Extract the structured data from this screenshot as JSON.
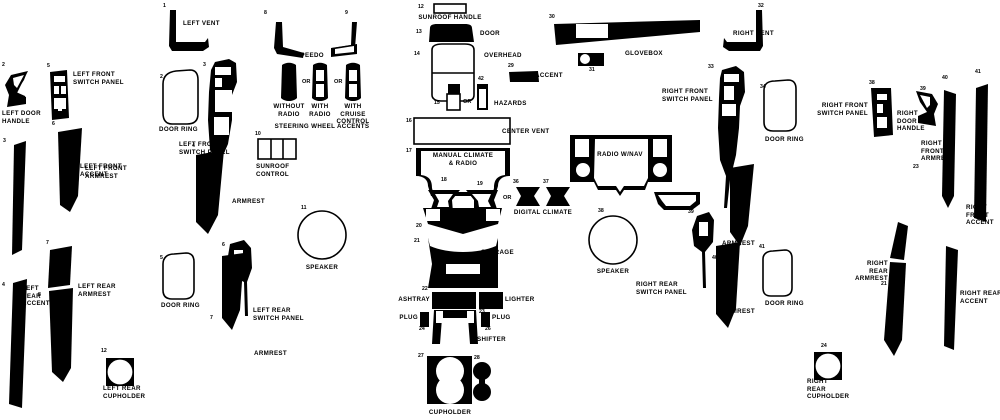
{
  "document": {
    "type": "automotive-dash-kit-diagram",
    "background_color": "#ffffff",
    "ink_color": "#000000"
  },
  "parts": [
    {
      "num": "1",
      "label": "LEFT VENT"
    },
    {
      "num": "2",
      "label": "DOOR RING"
    },
    {
      "num": "3",
      "label": "LEFT FRONT\nSWITCH PANEL"
    },
    {
      "num": "4",
      "label": "ARMREST"
    },
    {
      "num": "5",
      "label": "DOOR RING"
    },
    {
      "num": "6",
      "label": "LEFT REAR\nSWITCH PANEL"
    },
    {
      "num": "7",
      "label": "ARMREST"
    },
    {
      "num": "8",
      "label": "SPEEDO"
    },
    {
      "num": "9",
      "label": "STEERING WHEEL ACCENTS"
    },
    {
      "num": "10",
      "label": "SUNROOF\nCONTROL"
    },
    {
      "num": "11",
      "label": "SPEAKER"
    },
    {
      "num": "12",
      "label": "SUNROOF HANDLE"
    },
    {
      "num": "13",
      "label": "DOOR"
    },
    {
      "num": "14",
      "label": "OVERHEAD"
    },
    {
      "num": "15",
      "label": "HAZARDS"
    },
    {
      "num": "16",
      "label": "CENTER VENT"
    },
    {
      "num": "17",
      "label": "MANUAL CLIMATE\n& RADIO"
    },
    {
      "num": "18",
      "label": ""
    },
    {
      "num": "19",
      "label": ""
    },
    {
      "num": "20",
      "label": ""
    },
    {
      "num": "21",
      "label": "STORAGE"
    },
    {
      "num": "22",
      "label": "ASHTRAY"
    },
    {
      "num": "23",
      "label": "LIGHTER"
    },
    {
      "num": "24",
      "label": "PLUG"
    },
    {
      "num": "25",
      "label": "SHIFTER"
    },
    {
      "num": "26",
      "label": "PLUG"
    },
    {
      "num": "27",
      "label": "CUPHOLDER"
    },
    {
      "num": "28",
      "label": ""
    },
    {
      "num": "29",
      "label": "ACCENT"
    },
    {
      "num": "30",
      "label": "GLOVEBOX"
    },
    {
      "num": "31",
      "label": ""
    },
    {
      "num": "32",
      "label": "RIGHT VENT"
    },
    {
      "num": "33",
      "label": "RIGHT FRONT\nSWITCH PANEL"
    },
    {
      "num": "34",
      "label": "DOOR RING"
    },
    {
      "num": "35",
      "label": "ARMREST"
    },
    {
      "num": "36",
      "label": "DIGITAL CLIMATE"
    },
    {
      "num": "37",
      "label": ""
    },
    {
      "num": "38",
      "label": "SPEAKER"
    },
    {
      "num": "39",
      "label": "RIGHT REAR\nSWITCH PANEL"
    },
    {
      "num": "40",
      "label": "ARMREST"
    },
    {
      "num": "41",
      "label": "DOOR RING"
    },
    {
      "num": "42",
      "label": ""
    }
  ],
  "left_column": {
    "left_door_handle": {
      "num": "2",
      "label": "LEFT DOOR\nHANDLE"
    },
    "left_front_accent": {
      "num": "3",
      "label": "LEFT FRONT\nACCENT"
    },
    "left_rear_accent": {
      "num": "4",
      "label": "LEFT\nREAR\nACCENT"
    },
    "left_front_switch": {
      "num": "5",
      "label": "LEFT FRONT\nSWITCH PANEL"
    },
    "left_front_armrest": {
      "num": "6",
      "label": "LEFT FRONT\nARMREST"
    },
    "left_rear_armrest": {
      "num": "7",
      "label": "LEFT REAR\nARMREST"
    },
    "left_rear_armrest2": {
      "num": "8",
      "label": ""
    },
    "left_rear_cupholder": {
      "num": "12",
      "label": "LEFT REAR\nCUPHOLDER"
    }
  },
  "column2": {
    "left_vent": {
      "num": "1",
      "label": "LEFT VENT"
    },
    "door_ring_front": {
      "num": "2",
      "label": "DOOR RING"
    },
    "left_front_switch": {
      "num": "3",
      "label": "LEFT FRONT\nSWITCH PANEL"
    },
    "armrest_front": {
      "num": "4",
      "label": "ARMREST"
    },
    "door_ring_rear": {
      "num": "5",
      "label": "DOOR RING"
    },
    "left_rear_switch": {
      "num": "6",
      "label": "LEFT REAR\nSWITCH PANEL"
    },
    "armrest_rear": {
      "num": "7",
      "label": "ARMREST"
    },
    "speaker": {
      "num": "11",
      "label": "SPEAKER"
    }
  },
  "column3": {
    "speedo": {
      "num": "8",
      "label": "SPEEDO"
    },
    "cluster_right": {
      "num": "9",
      "label": ""
    },
    "without_radio": {
      "label": "WITHOUT\nRADIO"
    },
    "with_radio": {
      "label": "WITH\nRADIO"
    },
    "with_cruise": {
      "label": "WITH\nCRUISE\nCONTROL"
    },
    "steering_accents": {
      "label": "STEERING WHEEL ACCENTS"
    },
    "sunroof_control": {
      "num": "10",
      "label": "SUNROOF\nCONTROL"
    },
    "or1": "OR",
    "or2": "OR"
  },
  "center_column": {
    "sunroof_handle": {
      "num": "12",
      "label": "SUNROOF HANDLE"
    },
    "door": {
      "num": "13",
      "label": "DOOR"
    },
    "overhead": {
      "num": "14",
      "label": "OVERHEAD"
    },
    "hazards_a": {
      "num": "15",
      "label": "HAZARDS"
    },
    "hazards_b": {
      "num": "42",
      "label": ""
    },
    "hazards_or": "OR",
    "center_vent": {
      "num": "16",
      "label": "CENTER VENT"
    },
    "manual_climate": {
      "num": "17",
      "label": "MANUAL CLIMATE\n& RADIO"
    },
    "vent_left": {
      "num": "18",
      "label": ""
    },
    "vent_right": {
      "num": "19",
      "label": ""
    },
    "lower_trim": {
      "num": "20",
      "label": ""
    },
    "storage": {
      "num": "21",
      "label": "STORAGE"
    },
    "ashtray": {
      "num": "22",
      "label": "ASHTRAY"
    },
    "lighter": {
      "num": "23",
      "label": "LIGHTER"
    },
    "plug_left": {
      "num": "24",
      "label": "PLUG"
    },
    "shifter": {
      "num": "25",
      "label": "SHIFTER"
    },
    "plug_right": {
      "num": "26",
      "label": "PLUG"
    },
    "cupholder": {
      "num": "27",
      "label": "CUPHOLDER"
    },
    "cupholder_b": {
      "num": "28",
      "label": ""
    },
    "digital_climate": {
      "num": "36",
      "label": "DIGITAL CLIMATE"
    },
    "digital_climate_b": {
      "num": "37",
      "label": ""
    },
    "digital_or": "OR"
  },
  "column5": {
    "glovebox": {
      "num": "30",
      "label": "GLOVEBOX"
    },
    "glovebox_small": {
      "num": "31",
      "label": ""
    },
    "accent": {
      "num": "29",
      "label": "ACCENT"
    },
    "radio_nav": {
      "label": "RADIO W/NAV"
    },
    "speaker": {
      "num": "38",
      "label": "SPEAKER"
    },
    "right_rear_switch": {
      "num": "39",
      "label": "RIGHT REAR\nSWITCH PANEL"
    },
    "armrest": {
      "num": "40",
      "label": "ARMREST"
    }
  },
  "column6": {
    "right_vent": {
      "num": "32",
      "label": "RIGHT VENT"
    },
    "right_front_switch": {
      "num": "33",
      "label": "RIGHT FRONT\nSWITCH PANEL"
    },
    "door_ring_front": {
      "num": "34",
      "label": "DOOR RING"
    },
    "armrest_front": {
      "num": "35",
      "label": "ARMREST"
    },
    "armrest_rear": {
      "num": "40",
      "label": "ARMREST"
    },
    "door_ring_rear": {
      "num": "41",
      "label": "DOOR RING"
    }
  },
  "right_column": {
    "right_front_switch": {
      "num": "38",
      "label": "RIGHT FRONT\nSWITCH PANEL"
    },
    "right_door_handle": {
      "num": "39",
      "label": "RIGHT\nDOOR\nHANDLE"
    },
    "right_front_armrest": {
      "num": "40",
      "label": "RIGHT\nFRONT\nARMREST"
    },
    "right_front_accent": {
      "num": "41",
      "label": "RIGHT\nFRONT\nACCENT"
    },
    "right_rear_armrest": {
      "num": "23",
      "label": ""
    },
    "right_rear_armrest2": {
      "num": "22",
      "label": "RIGHT\nREAR\nARMREST"
    },
    "right_rear_armrest3": {
      "num": "21",
      "label": ""
    },
    "right_rear_accent": {
      "label": "RIGHT REAR\nACCENT"
    },
    "right_rear_cupholder": {
      "num": "24",
      "label": "RIGHT\nREAR\nCUPHOLDER"
    }
  }
}
